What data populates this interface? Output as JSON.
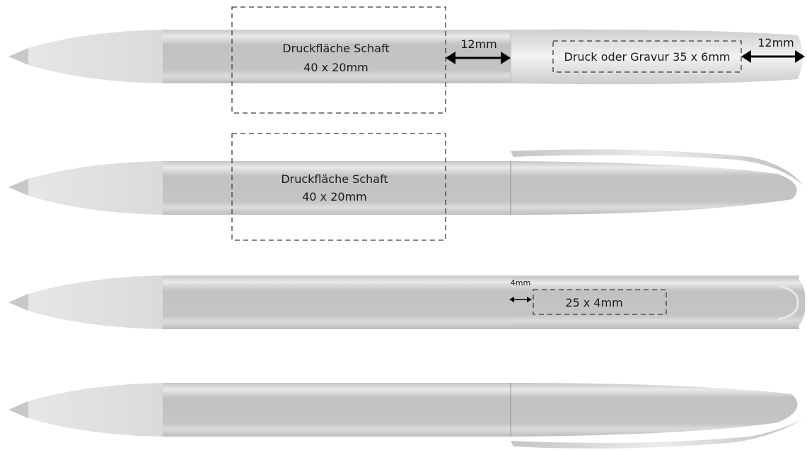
{
  "colors": {
    "body_fill": "#c4c4c4",
    "highlight": "#e4e4e4",
    "tip": "#d6d6d6",
    "dash": "#3a3a3a",
    "arrow": "#000000"
  },
  "pens": [
    {
      "view": "front-with-print-areas",
      "print_area": {
        "label_line1": "Druckfläche Schaft",
        "label_line2": "40 x 20mm"
      },
      "clip_offset": "12mm",
      "clip_area": "Druck oder Gravur 35 x 6mm",
      "clip_end_offset": "12mm"
    },
    {
      "view": "side-with-clip-up",
      "print_area": {
        "label_line1": "Druckfläche Schaft",
        "label_line2": "40 x 20mm"
      }
    },
    {
      "view": "top-clip-engraving",
      "small_offset": "4mm",
      "small_area": "25 x 4mm"
    },
    {
      "view": "side-with-clip-down"
    }
  ]
}
